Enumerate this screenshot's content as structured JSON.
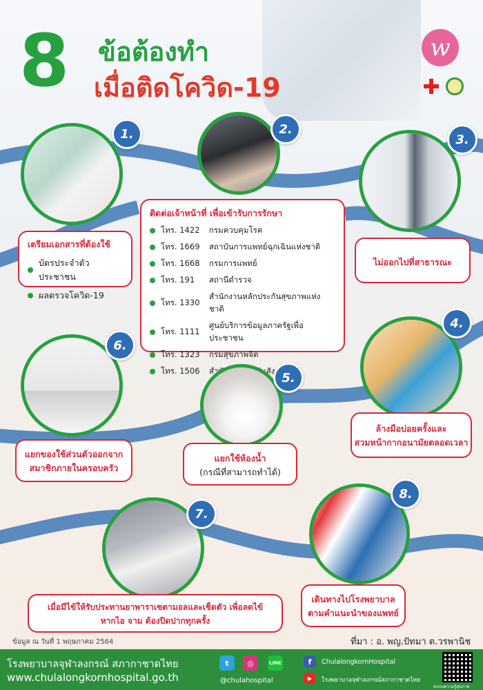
{
  "header": {
    "number": "8",
    "title_line1": "ข้อต้องทำ",
    "title_line2": "เมื่อติดโควิด-19"
  },
  "colors": {
    "green": "#27a040",
    "red": "#d8283a",
    "blue": "#2f6db5",
    "road": "#3f78b6",
    "footer": "#2d8f3c"
  },
  "steps": {
    "s1": {
      "num": "1.",
      "title": "เตรียมเอกสารที่ต้องใช้",
      "items": [
        "บัตรประจำตัวประชาชน",
        "ผลตรวจโควิด-19"
      ]
    },
    "s2": {
      "num": "2.",
      "title": "ติดต่อเจ้าหน้าที่ เพื่อเข้ารับการรักษา",
      "contacts": [
        {
          "tel": "โทร. 1422",
          "org": "กรมควบคุมโรค"
        },
        {
          "tel": "โทร. 1669",
          "org": "สถาบันการแพทย์ฉุกเฉินแห่งชาติ"
        },
        {
          "tel": "โทร. 1668",
          "org": "กรมการแพทย์"
        },
        {
          "tel": "โทร. 191",
          "org": "สถานีตำรวจ"
        },
        {
          "tel": "โทร. 1330",
          "org": "สำนักงานหลักประกันสุขภาพแห่งชาติ"
        },
        {
          "tel": "โทร. 1111",
          "org": "ศูนย์บริการข้อมูลภาครัฐเพื่อประชาชน"
        },
        {
          "tel": "โทร. 1323",
          "org": "กรมสุขภาพจิต"
        },
        {
          "tel": "โทร. 1506",
          "org": "สำนักงานประกันสังคม"
        }
      ]
    },
    "s3": {
      "num": "3.",
      "text": "ไม่ออกไปที่สาธารณะ"
    },
    "s4": {
      "num": "4.",
      "line1": "ล้างมือบ่อยครั้งและ",
      "line2": "สวมหน้ากากอนามัยตลอดเวลา"
    },
    "s5": {
      "num": "5.",
      "line1": "แยกใช้ห้องน้ำ",
      "line2": "(กรณีที่สามารถทำได้)"
    },
    "s6": {
      "num": "6.",
      "line1": "แยกของใช้ส่วนตัวออกจาก",
      "line2": "สมาชิกภายในครอบครัว"
    },
    "s7": {
      "num": "7.",
      "line1": "เมื่อมีไข้ให้รับประทานยาพาราเซตามอลและเช็ดตัว เพื่อลดไข้",
      "line2": "หากไอ จาม ต้องปิดปากทุกครั้ง"
    },
    "s8": {
      "num": "8.",
      "line1": "เดินทางไปโรงพยาบาล",
      "line2": "ตามคำแนะนำของแพทย์"
    }
  },
  "source": {
    "date": "ข้อมูล ณ วันที่ 1 พฤษภาคม 2564",
    "credit": "ที่มา : อ. พญ.ปัทมา ต.วรพานิช"
  },
  "footer": {
    "hospital": "โรงพยาบาลจุฬาลงกรณ์ สภากาชาดไทย",
    "url": "www.chulalongkornhospital.go.th",
    "social_handle": "@chulahospital",
    "line_label": "LINE",
    "facebook": "ChulalongkornHospital",
    "youtube": "โรงพยาบาลจุฬาลงกรณ์สภากาชาดไทย",
    "qr_caption": "สแกนความรู้สุขภาพ"
  }
}
